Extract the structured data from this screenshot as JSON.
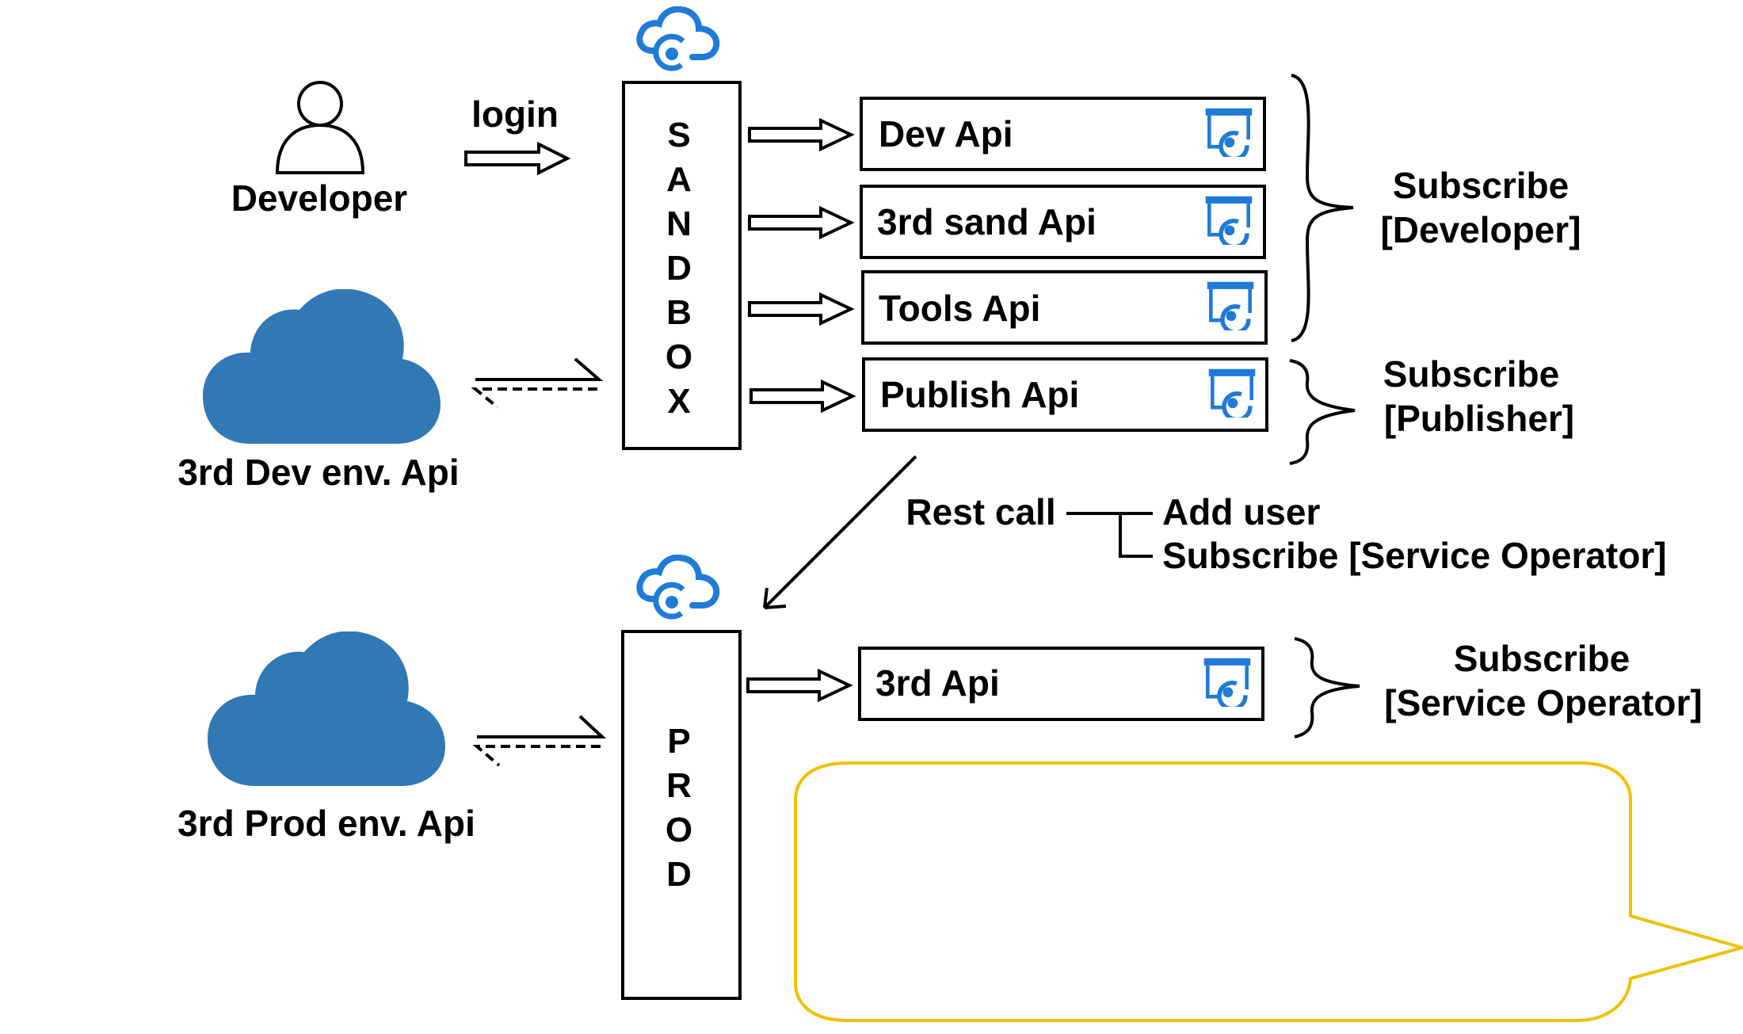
{
  "colors": {
    "stroke": "#000000",
    "cloud_blue": "#3178b4",
    "icon_blue": "#1f7ad8",
    "callout_yellow": "#f0c000",
    "background": "#ffffff"
  },
  "actor": {
    "icon": "person-icon",
    "label": "Developer"
  },
  "login_label": "login",
  "dev_cloud": {
    "icon": "cloud-icon",
    "label": "3rd Dev env. Api"
  },
  "prod_cloud": {
    "icon": "cloud-icon",
    "label": "3rd Prod env. Api"
  },
  "sandbox": {
    "letters": [
      "S",
      "A",
      "N",
      "D",
      "B",
      "O",
      "X"
    ],
    "icon": "api-management-icon"
  },
  "prod": {
    "letters": [
      "P",
      "R",
      "O",
      "D"
    ],
    "icon": "api-management-icon"
  },
  "sandbox_apis": [
    {
      "label": "Dev Api",
      "icon": "api-window-icon"
    },
    {
      "label": "3rd sand Api",
      "icon": "api-window-icon"
    },
    {
      "label": "Tools Api",
      "icon": "api-window-icon"
    },
    {
      "label": "Publish Api",
      "icon": "api-window-icon"
    }
  ],
  "prod_apis": [
    {
      "label": "3rd Api",
      "icon": "api-window-icon"
    }
  ],
  "subscribe_developer": {
    "line1": "Subscribe",
    "line2": "[Developer]"
  },
  "subscribe_publisher": {
    "line1": "Subscribe",
    "line2": "[Publisher]"
  },
  "subscribe_operator": {
    "line1": "Subscribe",
    "line2": "[Service Operator]"
  },
  "rest_call": {
    "label": "Rest call",
    "branches": [
      "Add user",
      "Subscribe [Service Operator]"
    ]
  },
  "callout": {
    "text": ""
  }
}
